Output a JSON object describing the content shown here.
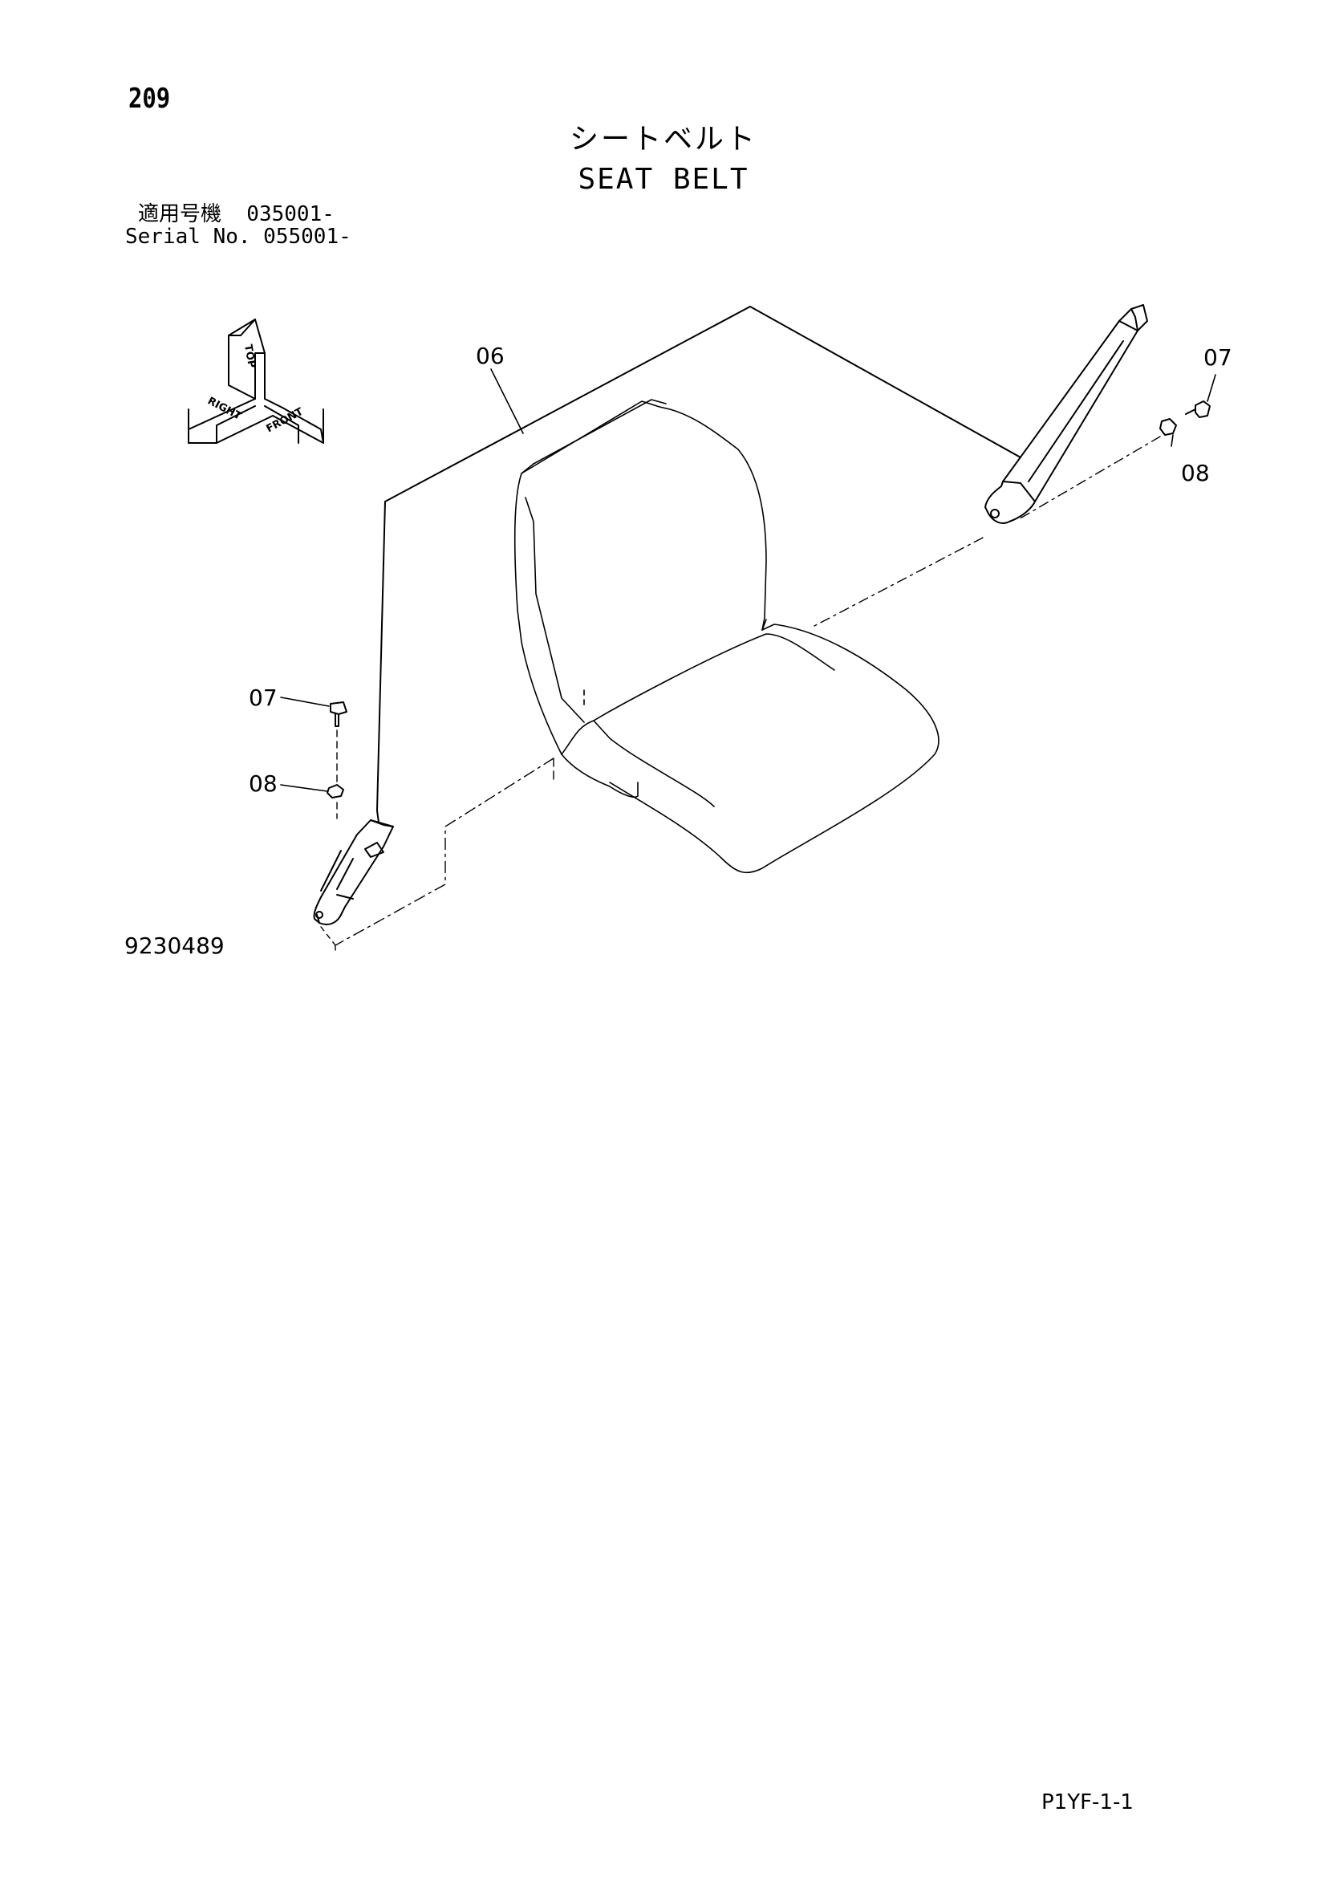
{
  "header": {
    "page_number": "209",
    "title_jp": "シートベルト",
    "title_en": "SEAT BELT",
    "serial_jp": "適用号機  035001-",
    "serial_en": "Serial No. 055001-"
  },
  "orientation_indicator": {
    "top": "TOP",
    "front": "FRONT",
    "right": "RIGHT"
  },
  "callouts": {
    "c06": "06",
    "c07_right": "07",
    "c08_right": "08",
    "c07_left": "07",
    "c08_left": "08"
  },
  "parts": [
    "seat",
    "seat-belt-retractor",
    "seat-belt-buckle",
    "bolt",
    "nut"
  ],
  "footer": {
    "drawing_number": "9230489",
    "page_code": "P1YF-1-1"
  }
}
